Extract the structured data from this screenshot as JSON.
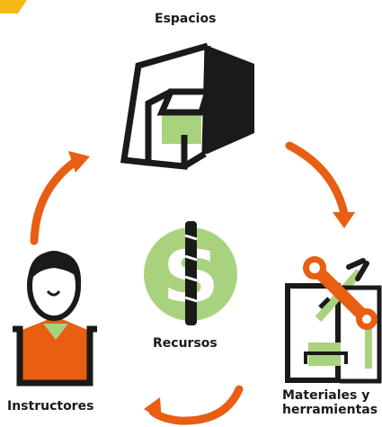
{
  "colors": {
    "orange": "#e85e13",
    "yellow": "#f5b915",
    "green": "#a9d27e",
    "dark": "#1a1a1a"
  },
  "icons": [
    "yellow-corner-tab-icon",
    "room-icon",
    "dollar-coin-icon",
    "instructor-icon",
    "tools-clipboard-icon",
    "cycle-arrow-icon"
  ],
  "labels": {
    "espacios": "Espacios",
    "recursos": "Recursos",
    "instructores": "Instructores",
    "materiales_line1": "Materiales y",
    "materiales_line2": "herramientas"
  }
}
